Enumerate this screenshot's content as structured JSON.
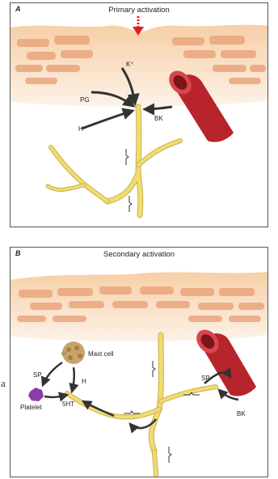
{
  "panel_a": {
    "letter": "A",
    "title": "Primary activation",
    "labels": {
      "k": "K⁺",
      "pg": "PG",
      "h": "H⁺",
      "bk": "BK"
    }
  },
  "panel_b": {
    "letter": "B",
    "title": "Secondary activation",
    "labels": {
      "mast_cell": "Mast cell",
      "sp_left": "SP",
      "h": "H",
      "five_ht": "5HT",
      "platelet": "Platelet",
      "sp_right": "SP",
      "bk": "BK"
    }
  },
  "stray_text": "a",
  "colors": {
    "skin_top": "#f3c39a",
    "skin_cell": "#e9a57c",
    "nerve": "#f1dc72",
    "nerve_outline": "#c8b04a",
    "vessel": "#b7242c",
    "arrow": "#333333",
    "red_arrow": "#e02020",
    "mast_cell": "#c9a36a",
    "platelet": "#8a3da8"
  }
}
